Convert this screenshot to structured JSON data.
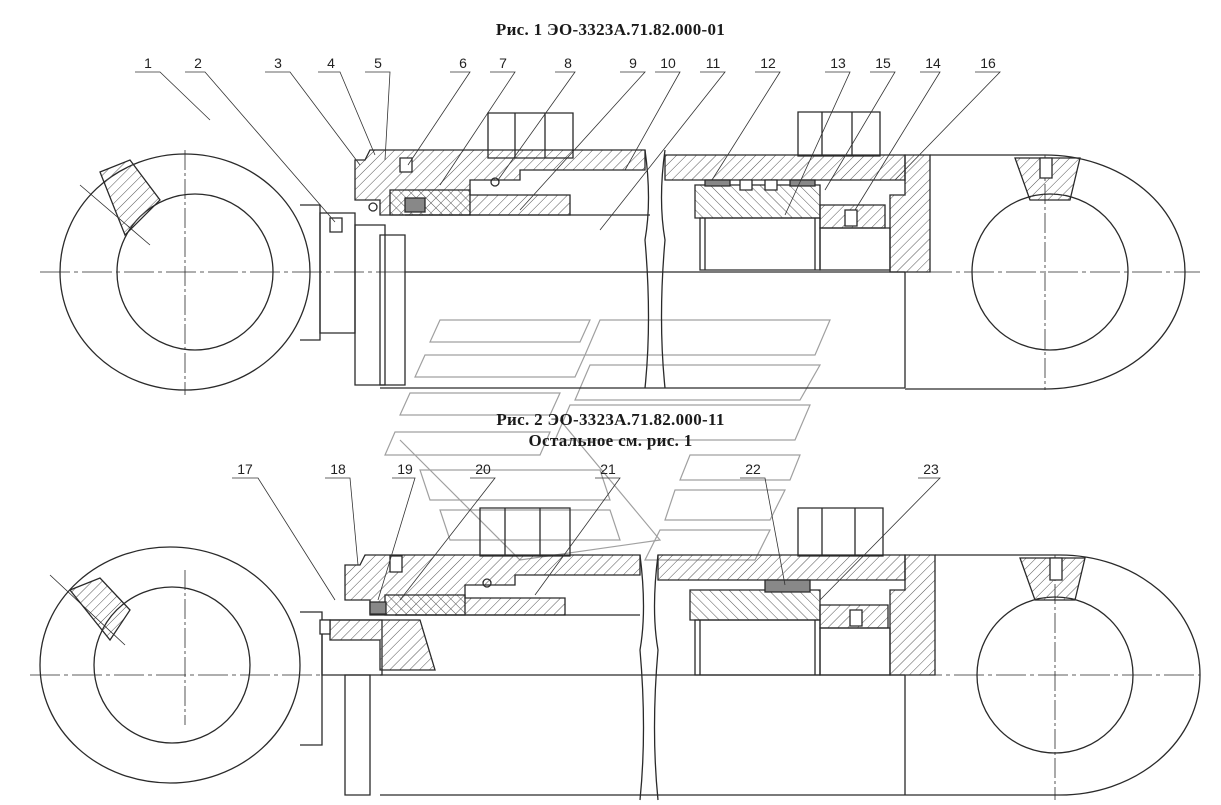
{
  "figure1": {
    "title": "Рис. 1  ЭО-3323А.71.82.000-01",
    "callouts": [
      "1",
      "2",
      "3",
      "4",
      "5",
      "6",
      "7",
      "8",
      "9",
      "10",
      "11",
      "12",
      "13",
      "15",
      "14",
      "16"
    ]
  },
  "figure2": {
    "title": "Рис. 2  ЭО-3323А.71.82.000-11",
    "subtitle": "Остальное см. рис. 1",
    "callouts": [
      "17",
      "18",
      "19",
      "20",
      "21",
      "22",
      "23"
    ]
  },
  "colors": {
    "line": "#2a2a2a",
    "hatch": "#4a4a4a",
    "watermark": "#9a9a9a"
  }
}
